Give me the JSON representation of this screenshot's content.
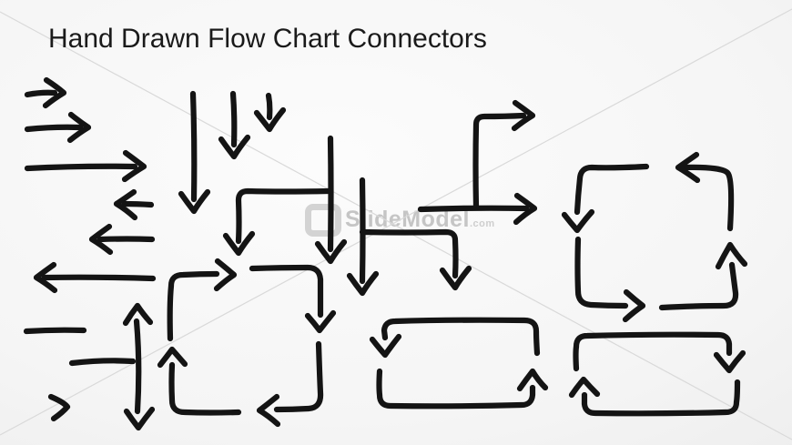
{
  "slide": {
    "title": "Hand Drawn Flow Chart Connectors",
    "ink_color": "#141414",
    "title_color": "#1a1a1a",
    "watermark": {
      "text": "SlideModel",
      "suffix": ".com",
      "text_color": "#c5c5c5",
      "logo_icon": "rounded-square-o-icon",
      "diagonal_color": "#d9d9d9",
      "diagonals": [
        "M0 13 L870 483",
        "M0 478 L870 10"
      ]
    },
    "connectors": [
      {
        "name": "arrow-right-short",
        "paths": [
          "M30 104 Q46 101 60 102",
          "M51 88 Q62 95 70 102 Q60 108 50 116"
        ]
      },
      {
        "name": "arrow-right-medium",
        "paths": [
          "M30 142 Q60 139 88 140",
          "M78 126 Q88 134 97 140 Q87 146 77 154"
        ]
      },
      {
        "name": "arrow-right-long",
        "paths": [
          "M30 185 Q90 182 148 183",
          "M138 168 Q149 176 158 183 Q148 189 137 197"
        ]
      },
      {
        "name": "arrow-left-short",
        "paths": [
          "M166 225 Q150 224 137 224",
          "M147 211 Q137 218 128 224 Q138 230 148 239"
        ]
      },
      {
        "name": "arrow-left-medium",
        "paths": [
          "M167 263 Q140 262 110 263",
          "M120 249 Q110 256 101 263 Q111 269 121 277"
        ]
      },
      {
        "name": "arrow-left-long",
        "paths": [
          "M168 306 Q105 304 49 305",
          "M59 291 Q49 298 40 305 Q50 311 60 319"
        ]
      },
      {
        "name": "arrow-down-long",
        "paths": [
          "M212 103 Q214 160 213 219",
          "M199 213 Q206 223 213 232 Q219 222 228 211"
        ]
      },
      {
        "name": "arrow-down-medium",
        "paths": [
          "M256 103 Q258 130 257 159",
          "M243 153 Q250 163 257 172 Q263 162 272 151"
        ]
      },
      {
        "name": "arrow-down-short",
        "paths": [
          "M295 105 Q297 116 296 129",
          "M282 124 Q289 133 296 142 Q302 132 311 121"
        ]
      },
      {
        "name": "branch-connector-down-left",
        "paths": [
          "M363 152 Q364 210 363 274",
          "M349 268 Q356 278 363 287 Q369 277 378 266",
          "M361 210 Q310 211 272 210 Q262 210 262 220 Q263 245 262 265",
          "M248 259 Q255 269 262 278 Q268 268 277 257"
        ]
      },
      {
        "name": "branch-connector-down-right",
        "paths": [
          "M398 198 Q399 255 398 309",
          "M384 303 Q391 313 398 322 Q404 312 413 301",
          "M398 255 Q445 256 490 255 Q500 255 500 264 Q501 285 500 303",
          "M486 297 Q493 307 500 316 Q506 306 515 295"
        ]
      },
      {
        "name": "step-branch-connector-right",
        "paths": [
          "M462 230 Q520 228 578 229",
          "M568 215 Q578 222 587 229 Q577 235 567 244",
          "M523 228 Q522 180 523 137 Q523 128 532 128 Q555 128 575 127",
          "M566 113 Q576 120 585 127 Q575 133 565 141"
        ]
      },
      {
        "name": "square-cycle-connector-top-right",
        "paths": [
          "M802 251 Q805 200 800 191 Q796 183 750 184 L746 184",
          "M765 170 Q755 177 745 184 Q755 190 766 198",
          "M710 183 Q670 185 650 184 Q638 184 637 196 Q635 215 634 233",
          "M620 236 Q627 245 634 253 Q641 243 650 233",
          "M635 263 Q634 295 635 320 Q635 334 649 335 Q668 336 687 336",
          "M688 321 Q697 329 706 336 Q697 342 687 351",
          "M727 338 Q765 336 795 336 Q809 336 808 322 Q806 307 804 291",
          "M789 293 Q795 281 802 269 Q809 280 818 290"
        ]
      },
      {
        "name": "square-cycle-connector-bottom-left",
        "paths": [
          "M187 372 Q186 335 188 314 Q188 302 201 302 Q220 301 238 301",
          "M239 287 Q249 295 257 302 Q248 308 238 317",
          "M277 295 Q310 294 338 294 Q351 294 352 307 Q352 327 352 346",
          "M338 347 Q345 355 351 363 Q358 354 366 344",
          "M350 378 Q351 410 352 432 Q353 448 339 449 Q321 450 304 450",
          "M304 436 Q294 444 285 451 Q295 457 305 466",
          "M262 453 Q230 454 203 453 Q189 453 189 440 Q188 420 189 401",
          "M176 401 Q183 392 189 384 Q196 392 203 400"
        ]
      },
      {
        "name": "rect-cycle-connector-middle",
        "paths": [
          "M590 388 Q589 372 589 364 Q589 352 576 352 Q500 351 434 353 Q423 353 422 363 L423 371",
          "M409 373 Q416 382 423 390 Q430 380 438 370",
          "M417 408 Q416 425 417 434 Q417 446 429 446 Q500 447 573 445 Q584 445 585 434 L585 426",
          "M571 427 Q578 417 585 408 Q591 418 599 426"
        ]
      },
      {
        "name": "rect-cycle-connector-right",
        "paths": [
          "M633 405 Q632 388 633 381 Q633 369 645 369 Q715 367 789 368 Q800 368 801 378 L801 388",
          "M787 390 Q794 399 801 407 Q808 397 816 388",
          "M810 420 Q810 435 809 442 Q809 453 797 453 Q725 455 654 454 Q643 454 642 444 L642 434",
          "M628 434 Q634 425 641 417 Q648 425 656 433"
        ]
      },
      {
        "name": "plain-line-segment",
        "width": 7,
        "paths": [
          "M29 364 Q60 362 92 363"
        ]
      },
      {
        "name": "joining-line-segment",
        "paths": [
          "M79 399 Q115 395 146 397"
        ]
      },
      {
        "name": "double-headed-vertical-arrow",
        "paths": [
          "M150 353 Q154 400 151 452",
          "M138 355 Q144 345 151 336 Q157 345 165 354",
          "M139 452 Q145 461 152 470 Q159 460 167 450"
        ]
      },
      {
        "name": "chevron-mark",
        "paths": [
          "M56 436 Q70 442 74 447 Q69 453 59 460"
        ]
      }
    ]
  }
}
